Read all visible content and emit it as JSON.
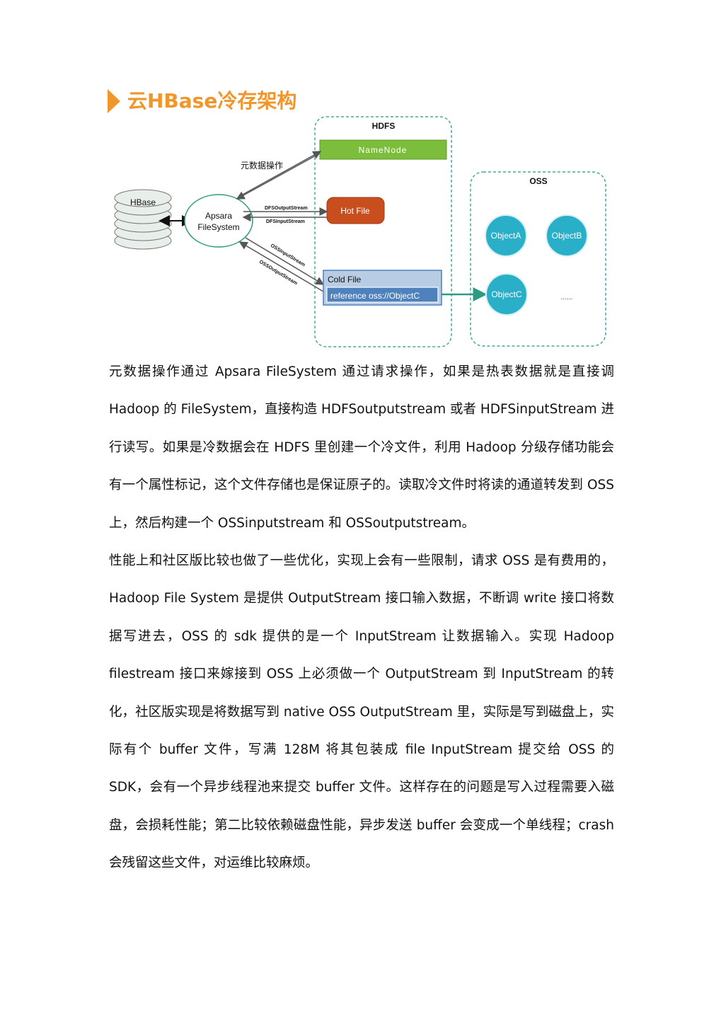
{
  "header": {
    "title": "云HBase冷存架构"
  },
  "diagram": {
    "hdfs_label": "HDFS",
    "namenode_label": "NameNode",
    "oss_label": "OSS",
    "hbase_label": "HBase",
    "apsara_label_line1": "Apsara",
    "apsara_label_line2": "FileSystem",
    "metadata_op_label": "元数据操作",
    "dfs_output_label": "DFSOutputStream",
    "dfs_input_label": "DFSInputStream",
    "hot_file_label": "Hot File",
    "oss_input_label": "OSSInputStream",
    "oss_output_label": "OSSOutputStream",
    "cold_file_label": "Cold File",
    "reference_label": "reference  oss://ObjectC",
    "object_a_label": "ObjectA",
    "object_b_label": "ObjectB",
    "object_c_label": "ObjectC",
    "ellipsis_label": "......",
    "colors": {
      "accent": "#f0962a",
      "dashed_teal": "#45a8a0",
      "namenode_green": "#7cbe3c",
      "hot_file_red": "#c94e1e",
      "cold_file_blue": "#4f81bd",
      "object_cyan": "#2aafc8"
    }
  },
  "body": {
    "paragraphs": [
      "元数据操作通过 Apsara FileSystem 通过请求操作，如果是热表数据就是直接调 Hadoop 的 FileSystem，直接构造 HDFSoutputstream 或者 HDFSinputStream 进行读写。如果是冷数据会在 HDFS 里创建一个冷文件，利用 Hadoop 分级存储功能会有一个属性标记，这个文件存储也是保证原子的。读取冷文件时将读的通道转发到 OSS 上，然后构建一个 OSSinputstream 和 OSSoutputstream。",
      "性能上和社区版比较也做了一些优化，实现上会有一些限制，请求 OSS 是有费用的，Hadoop File System 是提供 OutputStream 接口输入数据，不断调 write 接口将数据写进去，OSS 的 sdk 提供的是一个 InputStream 让数据输入。实现 Hadoop filestream 接口来嫁接到 OSS 上必须做一个 OutputStream 到 InputStream 的转化，社区版实现是将数据写到 native OSS OutputStream 里，实际是写到磁盘上，实际有个 buffer 文件，写满 128M 将其包装成 file InputStream 提交给 OSS 的 SDK，会有一个异步线程池来提交 buffer 文件。这样存在的问题是写入过程需要入磁盘，会损耗性能；第二比较依赖磁盘性能，异步发送 buffer 会变成一个单线程；crash 会残留这些文件，对运维比较麻烦。"
    ]
  }
}
